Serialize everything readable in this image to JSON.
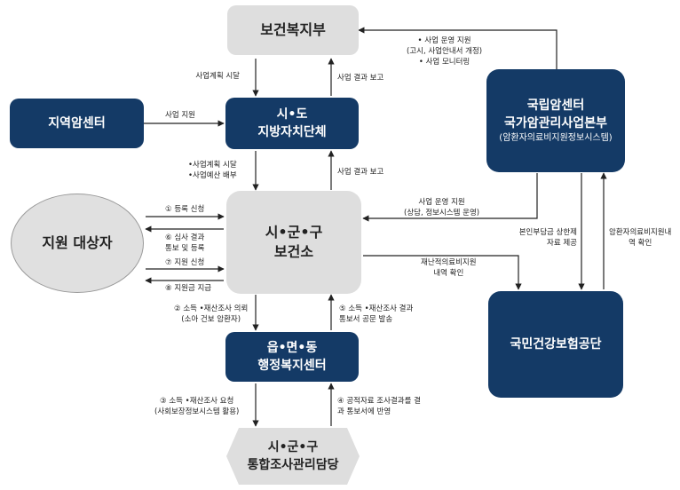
{
  "nodes": {
    "ministry": "보건복지부",
    "regional_cancer_center": "지역암센터",
    "province_line1": "시•도",
    "province_line2": "지방자치단체",
    "ncc_line1": "국립암센터",
    "ncc_line2": "국가암관리사업본부",
    "ncc_line3": "(암환자의료비지원정보시스템)",
    "beneficiary": "지원 대상자",
    "health_center_line1": "시•군•구",
    "health_center_line2": "보건소",
    "community_center_line1": "읍•면•동",
    "community_center_line2": "행정복지센터",
    "nhis": "국민건강보험공단",
    "integrated_line1": "시•군•구",
    "integrated_line2": "통합조사관리담당"
  },
  "labels": {
    "ncc_to_ministry_1": "• 사업 운영 지원",
    "ncc_to_ministry_2": "(고시, 사업안내서 개정)",
    "ncc_to_ministry_3": "• 사업 모니터링",
    "ministry_to_province": "사업계획 시달",
    "province_to_ministry": "사업 결과 보고",
    "regional_support": "사업 지원",
    "province_to_hc_1": "•사업계획 시달",
    "province_to_hc_2": "•사업예산 배부",
    "hc_to_province": "사업 결과 보고",
    "ncc_to_hc_1": "사업 운영 지원",
    "ncc_to_hc_2": "(상담, 정보시스템 운영)",
    "step1": "① 등록 신청",
    "step6_1": "⑥ 심사 결과",
    "step6_2": "통보 및 등록",
    "step7": "⑦ 지원 신청",
    "step8": "⑧ 지원금 지급",
    "hc_to_nhis_1": "재난적의료비지원",
    "hc_to_nhis_2": "내역 확인",
    "ncc_to_nhis_1": "본인부담금 상한제",
    "ncc_to_nhis_2": "자료 제공",
    "nhis_to_ncc_1": "암환자의료비지원내",
    "nhis_to_ncc_2": "역 확인",
    "step2_1": "② 소득 •재산조사 의뢰",
    "step2_2": "(소아 건보 암환자)",
    "step5_1": "⑤ 소득 •재산조사 결과",
    "step5_2": "통보서 공문 발송",
    "step3_1": "③ 소득 •재산조사 요청",
    "step3_2": "(사회보장정보시스템 활용)",
    "step4_1": "④ 공적자료 조사결과를 결",
    "step4_2": "과 통보서에 반영"
  },
  "colors": {
    "navy": "#143a66",
    "grey": "#dedede",
    "arrow": "#222222"
  }
}
